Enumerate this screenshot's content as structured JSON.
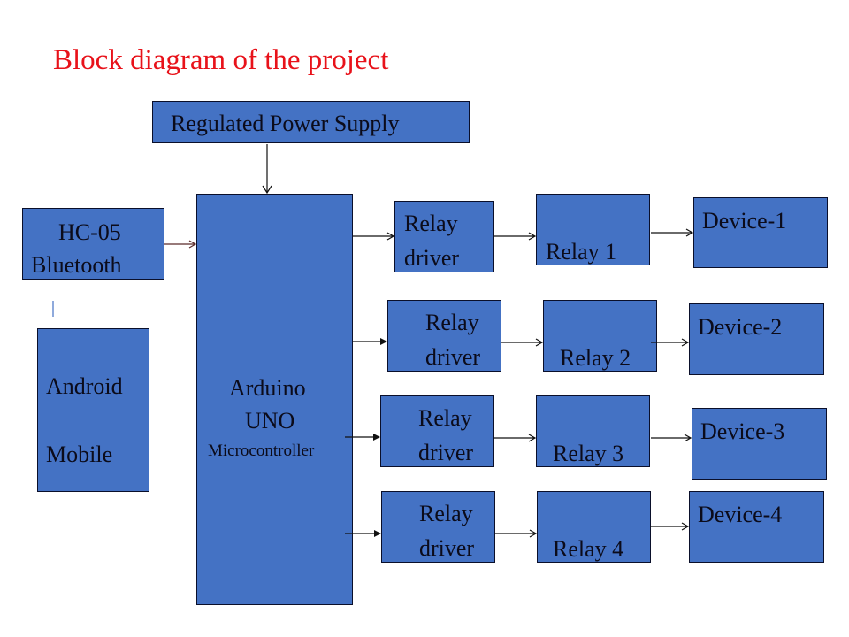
{
  "title": "Block diagram of the project",
  "colors": {
    "title": "#e8121a",
    "block_fill": "#4472c4",
    "block_border": "#0a0f2a",
    "text": "#0b0b1a"
  },
  "blocks": {
    "power_supply": "Regulated Power Supply",
    "hc05": {
      "line1": "HC-05",
      "line2": "Bluetooth"
    },
    "android": {
      "line1": "Android",
      "line2": "Mobile"
    },
    "arduino": {
      "line1": "Arduino",
      "line2": "UNO",
      "line3": "Microcontroller"
    },
    "relay_drivers": [
      {
        "line1": "Relay",
        "line2": "driver"
      },
      {
        "line1": "Relay",
        "line2": "driver"
      },
      {
        "line1": "Relay",
        "line2": "driver"
      },
      {
        "line1": "Relay",
        "line2": "driver"
      }
    ],
    "relays": [
      "Relay 1",
      "Relay 2",
      "Relay 3",
      "Relay 4"
    ],
    "devices": [
      "Device-1",
      "Device-2",
      "Device-3",
      "Device-4"
    ]
  },
  "connections": [
    {
      "from": "Regulated Power Supply",
      "to": "Arduino UNO"
    },
    {
      "from": "HC-05 Bluetooth",
      "to": "Arduino UNO"
    },
    {
      "from": "Arduino UNO",
      "to": "Relay driver 1"
    },
    {
      "from": "Arduino UNO",
      "to": "Relay driver 2"
    },
    {
      "from": "Arduino UNO",
      "to": "Relay driver 3"
    },
    {
      "from": "Arduino UNO",
      "to": "Relay driver 4"
    },
    {
      "from": "Relay driver 1",
      "to": "Relay 1"
    },
    {
      "from": "Relay driver 2",
      "to": "Relay 2"
    },
    {
      "from": "Relay driver 3",
      "to": "Relay 3"
    },
    {
      "from": "Relay driver 4",
      "to": "Relay 4"
    },
    {
      "from": "Relay 1",
      "to": "Device-1"
    },
    {
      "from": "Relay 2",
      "to": "Device-2"
    },
    {
      "from": "Relay 3",
      "to": "Device-3"
    },
    {
      "from": "Relay 4",
      "to": "Device-4"
    }
  ]
}
